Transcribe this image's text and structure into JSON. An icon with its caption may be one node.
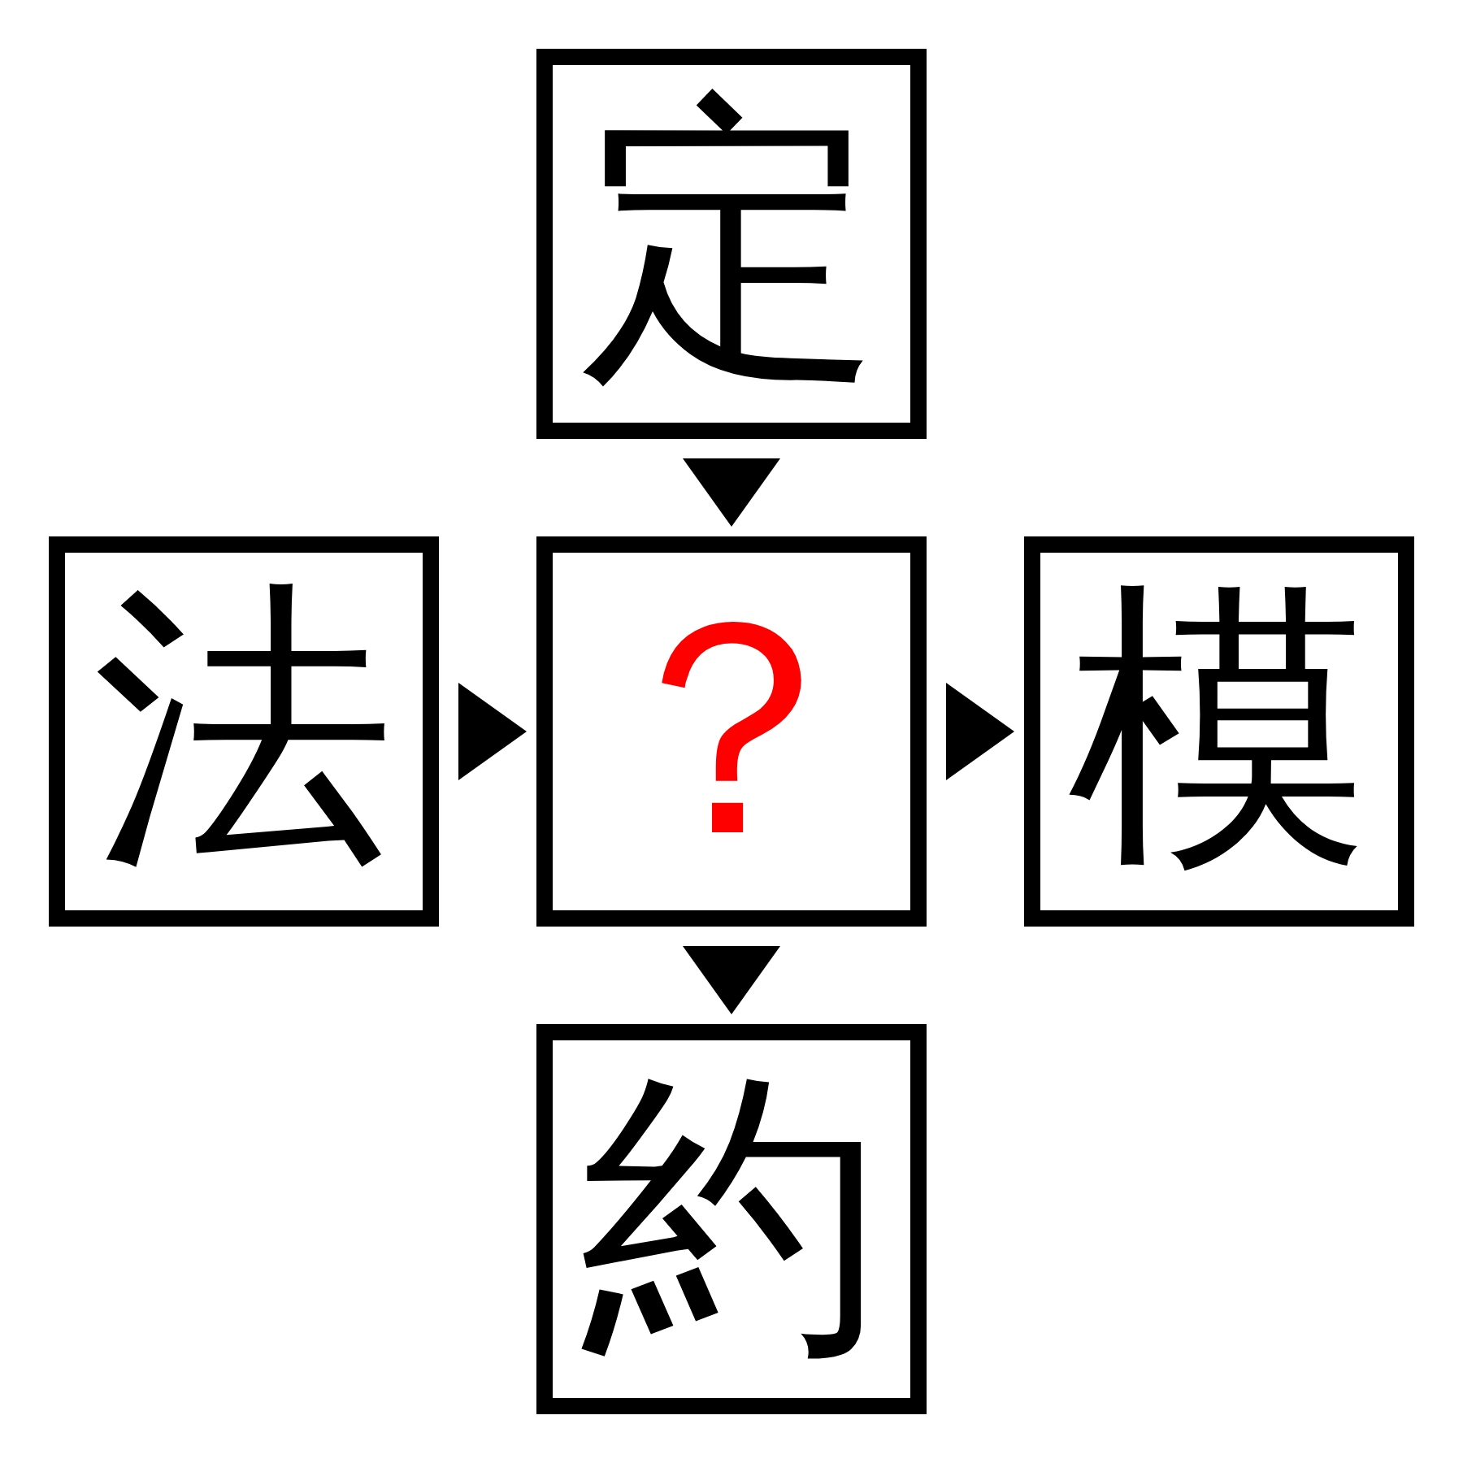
{
  "diagram": {
    "nodes": [
      {
        "text": [
          "定"
        ]
      },
      {
        "text": [
          "法"
        ]
      },
      {
        "text": [
          "？"
        ]
      },
      {
        "text": [
          "模"
        ]
      },
      {
        "text": [
          "約"
        ]
      }
    ],
    "edges": [
      {
        "from": 0,
        "to": 2,
        "arrow": "to"
      },
      {
        "from": 1,
        "to": 2,
        "arrow": "to"
      },
      {
        "from": 2,
        "to": 3,
        "arrow": "to"
      },
      {
        "from": 2,
        "to": 4,
        "arrow": "to"
      }
    ]
  }
}
